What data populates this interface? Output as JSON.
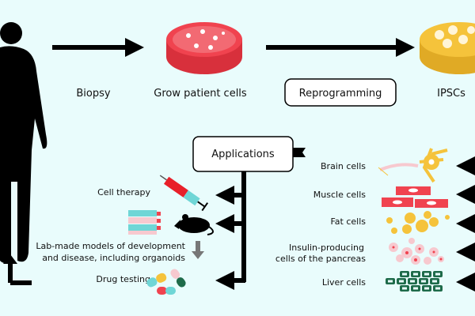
{
  "steps": {
    "biopsy": "Biopsy",
    "grow": "Grow patient cells",
    "reprogramming": "Reprogramming",
    "ipscs": "IPSCs"
  },
  "applications": {
    "title": "Applications",
    "cell_therapy": "Cell therapy",
    "lab_models_line1": "Lab-made models of development",
    "lab_models_line2": "and disease, including organoids",
    "drug_testing": "Drug testing"
  },
  "cell_types": {
    "brain": "Brain cells",
    "muscle": "Muscle cells",
    "fat": "Fat cells",
    "insulin_line1": "Insulin-producing",
    "insulin_line2": "cells of the pancreas",
    "liver": "Liver cells"
  },
  "colors": {
    "background": "#e9fcfc",
    "red": "#f0434f",
    "yellow": "#f5c33b",
    "teal": "#6fd6d6",
    "green": "#1e6b4a",
    "pink": "#f7c9cf"
  }
}
